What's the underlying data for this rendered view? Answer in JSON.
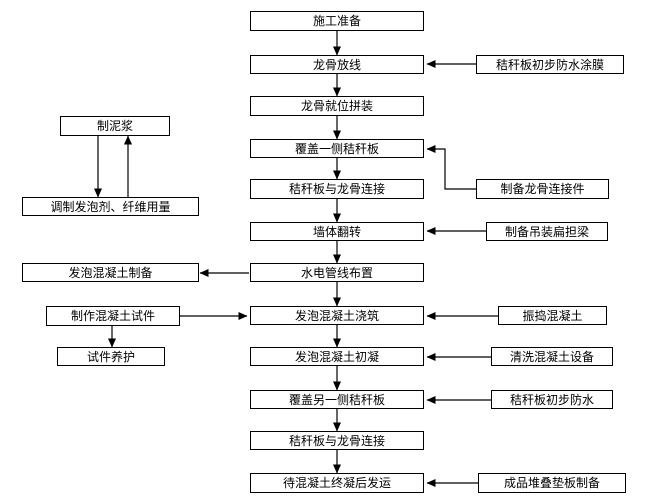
{
  "colors": {
    "stroke": "#000000",
    "background": "#ffffff"
  },
  "main_steps": [
    "施工准备",
    "龙骨放线",
    "龙骨就位拼装",
    "覆盖一侧秸秆板",
    "秸秆板与龙骨连接",
    "墙体翻转",
    "水电管线布置",
    "发泡混凝土浇筑",
    "发泡混凝土初凝",
    "覆盖另一侧秸秆板",
    "秸秆板与龙骨连接",
    "待混凝土终凝后发运"
  ],
  "right_steps": [
    "秸秆板初步防水涂膜",
    "制备龙骨连接件",
    "制备吊装扁担梁",
    "振捣混凝土",
    "清洗混凝土设备",
    "秸秆板初步防水",
    "成品堆叠垫板制备"
  ],
  "left_steps": {
    "mud": "制泥浆",
    "adjust": "调制发泡剂、纤维用量",
    "foam_prep": "发泡混凝土制备",
    "make_sample": "制作混凝土试件",
    "cure_sample": "试件养护"
  }
}
